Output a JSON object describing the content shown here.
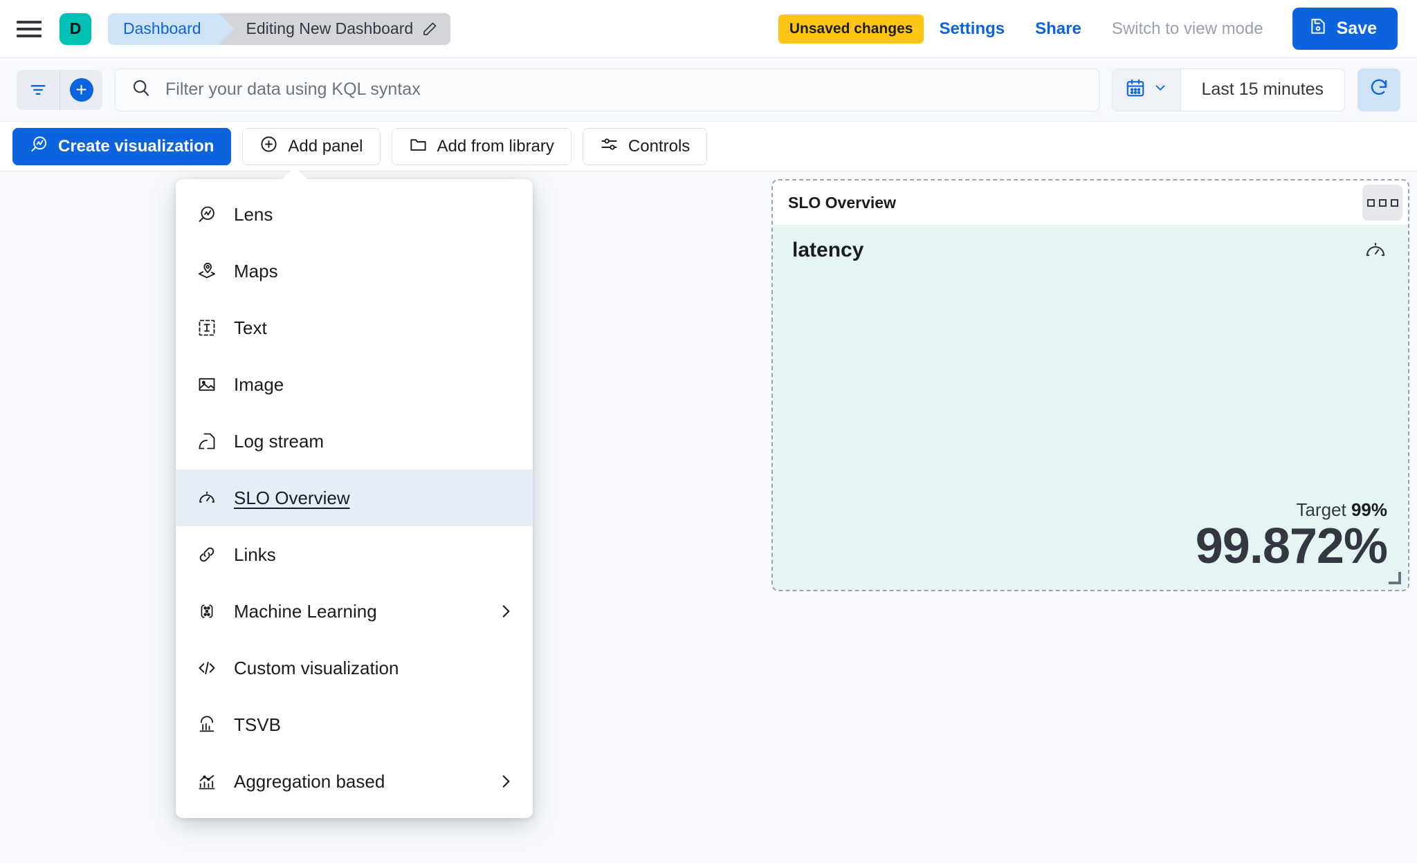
{
  "header": {
    "menu_icon": "hamburger-menu-icon",
    "avatar_letter": "D",
    "breadcrumb": {
      "first": "Dashboard",
      "current": "Editing New Dashboard",
      "edit_icon": "pencil-icon"
    },
    "unsaved_badge": "Unsaved changes",
    "links": [
      {
        "label": "Settings",
        "disabled": false
      },
      {
        "label": "Share",
        "disabled": false
      },
      {
        "label": "Switch to view mode",
        "disabled": true
      }
    ],
    "save_label": "Save",
    "colors": {
      "accent_blue": "#0b64dd",
      "avatar_teal": "#00bfb3",
      "warning_yellow": "#fec514",
      "breadcrumb_active": "#cfe3f7",
      "breadcrumb_current": "#d3d5d9"
    }
  },
  "querybar": {
    "filter_icon": "filter-icon",
    "add_filter_icon": "plus-circle-icon",
    "search_icon": "search-icon",
    "search_value": "",
    "search_placeholder": "Filter your data using KQL syntax",
    "calendar_icon": "calendar-icon",
    "calendar_chevron": "chevron-down-icon",
    "time_range": "Last 15 minutes",
    "refresh_icon": "refresh-icon"
  },
  "toolbar": {
    "buttons": [
      {
        "label": "Create visualization",
        "icon": "lens-icon",
        "primary": true
      },
      {
        "label": "Add panel",
        "icon": "plus-circle-outline-icon",
        "primary": false
      },
      {
        "label": "Add from library",
        "icon": "folder-icon",
        "primary": false
      },
      {
        "label": "Controls",
        "icon": "controls-icon",
        "primary": false
      }
    ]
  },
  "menu": {
    "items": [
      {
        "label": "Lens",
        "icon": "lens-icon",
        "selected": false,
        "has_submenu": false
      },
      {
        "label": "Maps",
        "icon": "map-pin-layers-icon",
        "selected": false,
        "has_submenu": false
      },
      {
        "label": "Text",
        "icon": "text-box-icon",
        "selected": false,
        "has_submenu": false
      },
      {
        "label": "Image",
        "icon": "image-icon",
        "selected": false,
        "has_submenu": false
      },
      {
        "label": "Log stream",
        "icon": "log-stream-icon",
        "selected": false,
        "has_submenu": false
      },
      {
        "label": "SLO Overview",
        "icon": "gauge-icon",
        "selected": true,
        "has_submenu": false
      },
      {
        "label": "Links",
        "icon": "link-icon",
        "selected": false,
        "has_submenu": false
      },
      {
        "label": "Machine Learning",
        "icon": "machine-learning-icon",
        "selected": false,
        "has_submenu": true
      },
      {
        "label": "Custom visualization",
        "icon": "code-icon",
        "selected": false,
        "has_submenu": false
      },
      {
        "label": "TSVB",
        "icon": "tsvb-chart-icon",
        "selected": false,
        "has_submenu": false
      },
      {
        "label": "Aggregation based",
        "icon": "aggregation-chart-icon",
        "selected": false,
        "has_submenu": true
      }
    ]
  },
  "panel": {
    "title": "SLO Overview",
    "context_menu_icon": "panel-context-menu-icon",
    "slo_name": "latency",
    "slo_icon": "gauge-icon",
    "target_label": "Target",
    "target_value": "99%",
    "current_value": "99.872%",
    "resize_handle_icon": "resize-handle-icon",
    "colors": {
      "body_bg": "#e4f5f3",
      "border": "#98a2b3"
    }
  }
}
